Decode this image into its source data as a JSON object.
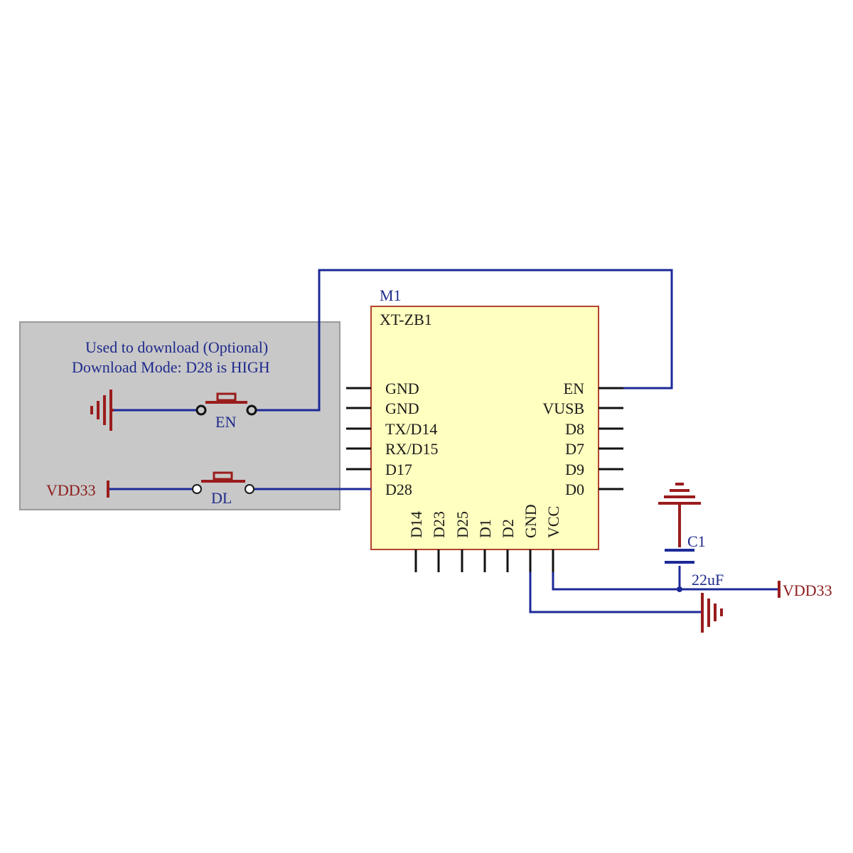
{
  "module": {
    "designator": "M1",
    "part": "XT-ZB1",
    "left_pins": [
      "GND",
      "GND",
      "TX/D14",
      "RX/D15",
      "D17",
      "D28"
    ],
    "right_pins": [
      "EN",
      "VUSB",
      "D8",
      "D7",
      "D9",
      "D0"
    ],
    "bottom_pins": [
      "D14",
      "D23",
      "D25",
      "D1",
      "D2",
      "GND",
      "VCC"
    ]
  },
  "optional_box": {
    "note_line1": "Used to download (Optional)",
    "note_line2": "Download Mode: D28 is HIGH"
  },
  "buttons": {
    "en_label": "EN",
    "dl_label": "DL"
  },
  "power": {
    "vdd_left": "VDD33",
    "vdd_right": "VDD33"
  },
  "capacitor": {
    "designator": "C1",
    "value": "22uF"
  },
  "colors": {
    "wire": "#1c2a98",
    "power_symbol": "#9a1c1c",
    "module_fill": "#ffffc0",
    "module_border": "#b5432a",
    "box_fill": "#c8c8c8"
  }
}
